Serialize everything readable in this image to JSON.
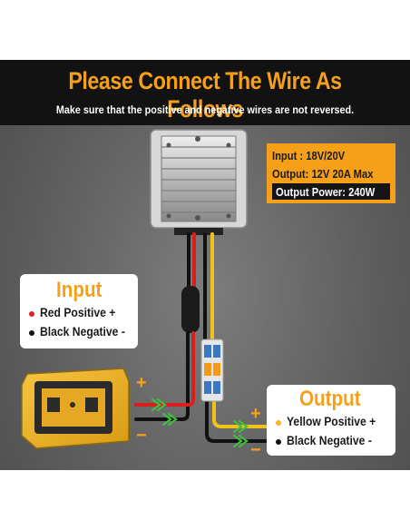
{
  "header": {
    "title": "Please Connect The Wire As Follows",
    "subtitle": "Make sure that the positive and negative wires are not reversed."
  },
  "specs": {
    "input": "Input : 18V/20V",
    "output": "Output: 12V 20A Max",
    "power": "Output Power: 240W"
  },
  "input_panel": {
    "title": "Input",
    "items": [
      {
        "label": "Red Positive +",
        "color": "#e02020"
      },
      {
        "label": "Black Negative -",
        "color": "#111111"
      }
    ]
  },
  "output_panel": {
    "title": "Output",
    "items": [
      {
        "label": "Yellow Positive +",
        "color": "#f6b81a"
      },
      {
        "label": "Black Negative -",
        "color": "#111111"
      }
    ]
  },
  "signs": {
    "input_plus": "+",
    "input_minus": "−",
    "output_plus": "+",
    "output_minus": "−"
  },
  "colors": {
    "accent": "#f6a019",
    "red_wire": "#d81e1e",
    "yellow_wire": "#f3c21a",
    "black_wire": "#111111",
    "arrow_green": "#3fbf3f"
  }
}
